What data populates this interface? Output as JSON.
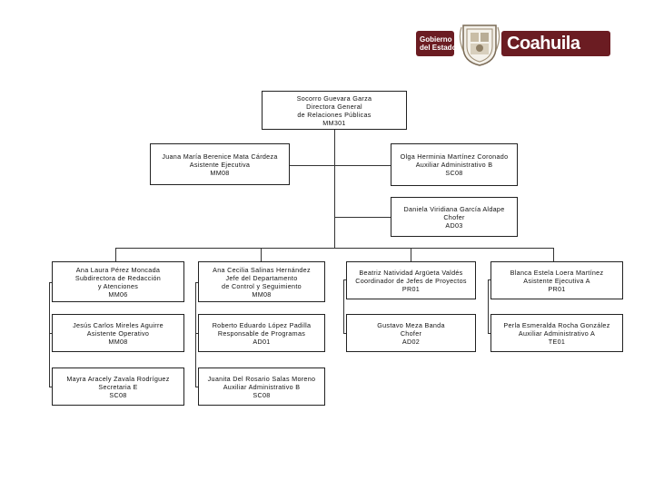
{
  "logo": {
    "line1": "Gobierno",
    "line2": "del Estado",
    "name": "Coahuila",
    "color": "#6b1c22",
    "seal_icon": "state-seal-icon"
  },
  "top": {
    "name": "Socorro Guevara Garza",
    "title1": "Directora General",
    "title2": "de Relaciones Públicas",
    "code": "MM301"
  },
  "assistant_left": {
    "name": "Juana María Berenice Mata Cárdeza",
    "title": "Asistente Ejecutiva",
    "code": "MM08"
  },
  "assistant_right": {
    "name": "Olga Herminia Martínez Coronado",
    "title": "Auxiliar Administrativo B",
    "code": "SC08"
  },
  "driver_top": {
    "name": "Daniela Viridiana García Aldape",
    "title": "Chofer",
    "code": "AD03"
  },
  "col1": [
    {
      "name": "Ana Laura Pérez Moncada",
      "title1": "Subdirectora de Redacción",
      "title2": "y Atenciones",
      "code": "MM06"
    },
    {
      "name": "Jesús Carlos Mireles Aguirre",
      "title1": "Asistente Operativo",
      "title2": "",
      "code": "MM08"
    },
    {
      "name": "Mayra Aracely Zavala Rodríguez",
      "title1": "Secretaria E",
      "title2": "",
      "code": "SC08"
    }
  ],
  "col2": [
    {
      "name": "Ana Cecilia Salinas Hernández",
      "title1": "Jefe del Departamento",
      "title2": "de Control y Seguimiento",
      "code": "MM08"
    },
    {
      "name": "Roberto Eduardo López Padilla",
      "title1": "Responsable de Programas",
      "title2": "",
      "code": "AD01"
    },
    {
      "name": "Juanita Del Rosario Salas Moreno",
      "title1": "Auxiliar Administrativo B",
      "title2": "",
      "code": "SC08"
    }
  ],
  "col3": [
    {
      "name": "Beatriz Natividad Argüeta Valdés",
      "title1": "Coordinador de Jefes de Proyectos",
      "title2": "",
      "code": "PR01"
    },
    {
      "name": "Gustavo Meza Banda",
      "title1": "Chofer",
      "title2": "",
      "code": "AD02"
    }
  ],
  "col4": [
    {
      "name": "Blanca Estela Loera Martínez",
      "title1": "Asistente Ejecutiva A",
      "title2": "",
      "code": "PR01"
    },
    {
      "name": "Perla Esmeralda Rocha González",
      "title1": "Auxiliar Administrativo A",
      "title2": "",
      "code": "TE01"
    }
  ]
}
